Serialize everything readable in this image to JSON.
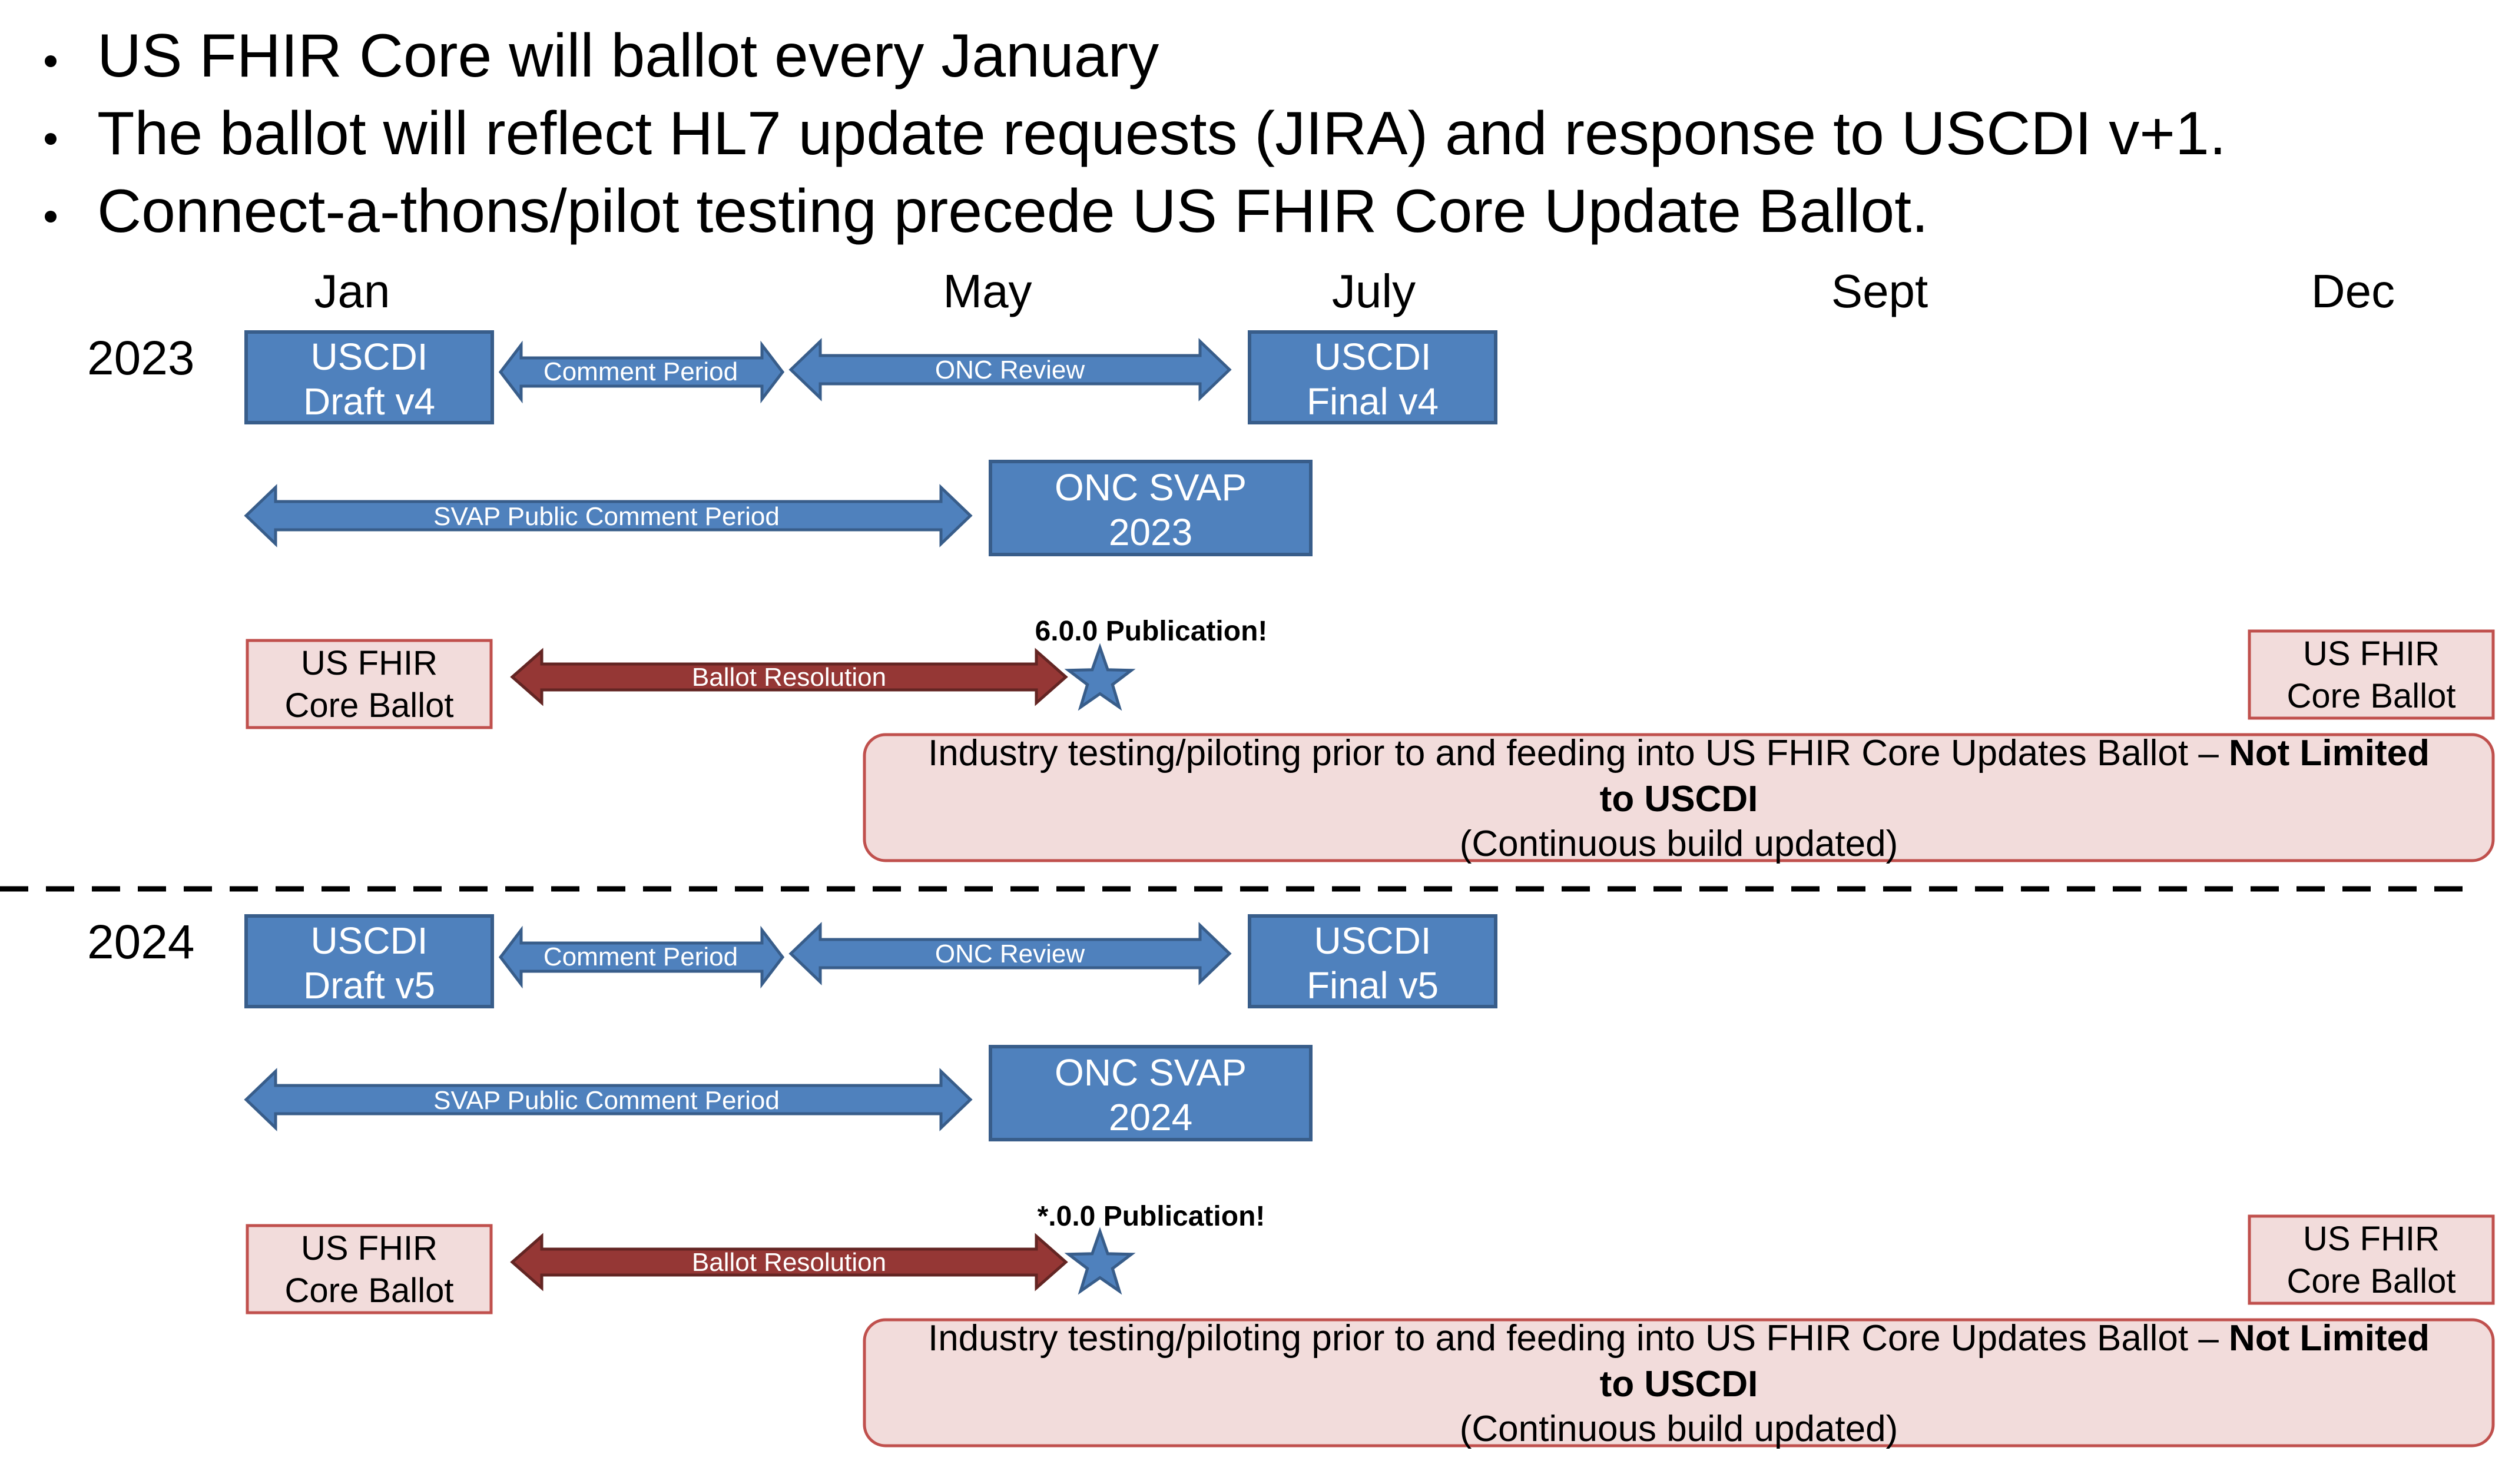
{
  "bullets": [
    "US FHIR Core will ballot every January",
    "The ballot will reflect HL7 update requests (JIRA) and response to USCDI v+1.",
    "Connect-a-thons/pilot testing precede US FHIR Core Update Ballot."
  ],
  "months": [
    "Jan",
    "May",
    "July",
    "Sept",
    "Dec"
  ],
  "years": [
    {
      "year": "2023",
      "draft": [
        "USCDI",
        "Draft v4"
      ],
      "comment_period": "Comment Period",
      "onc_review": "ONC Review",
      "final": [
        "USCDI",
        "Final v4"
      ],
      "svap_comment": "SVAP Public Comment Period",
      "svap": [
        "ONC SVAP",
        "2023"
      ],
      "core_ballot_start": [
        "US FHIR",
        "Core Ballot"
      ],
      "ballot_resolution": "Ballot Resolution",
      "publication": "6.0.0 Publication!",
      "core_ballot_end": [
        "US FHIR",
        "Core Ballot"
      ],
      "testing": {
        "line1_normal": "Industry testing/piloting prior to and feeding into US FHIR Core Updates Ballot – ",
        "line1_bold": "Not Limited",
        "line2_bold": "to USCDI",
        "line3": "(Continuous build updated)"
      }
    },
    {
      "year": "2024",
      "draft": [
        "USCDI",
        "Draft v5"
      ],
      "comment_period": "Comment Period",
      "onc_review": "ONC Review",
      "final": [
        "USCDI",
        "Final v5"
      ],
      "svap_comment": "SVAP Public Comment Period",
      "svap": [
        "ONC SVAP",
        "2024"
      ],
      "core_ballot_start": [
        "US FHIR",
        "Core Ballot"
      ],
      "ballot_resolution": "Ballot Resolution",
      "publication": "*.0.0 Publication!",
      "core_ballot_end": [
        "US FHIR",
        "Core Ballot"
      ],
      "testing": {
        "line1_normal": "Industry testing/piloting prior to and feeding into US FHIR Core Updates Ballot – ",
        "line1_bold": "Not Limited",
        "line2_bold": "to USCDI",
        "line3": "(Continuous build updated)"
      }
    }
  ],
  "colors": {
    "blue_fill": "#4f81bd",
    "blue_stroke": "#385d8a",
    "red_arrow": "#953735",
    "pink_fill": "#f2dcdb",
    "red_stroke": "#c0504d"
  }
}
